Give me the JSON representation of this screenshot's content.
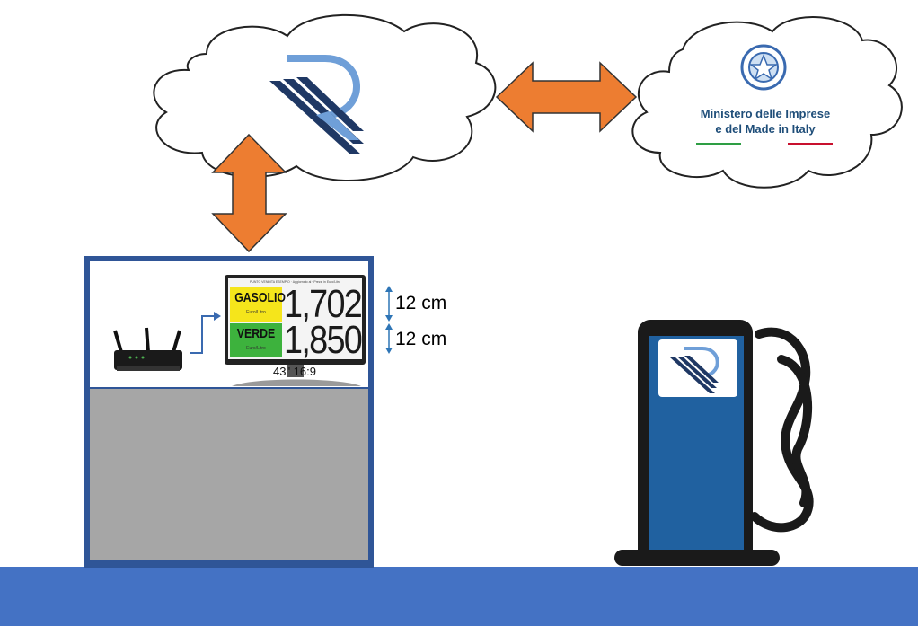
{
  "ministry": {
    "line1": "Ministero delle Imprese",
    "line2": "e del Made in Italy"
  },
  "display": {
    "header": "PUNTO VENDITA ESEMPIO · Aggiornato al · Prezzi in Euro/Litro",
    "fuels": [
      {
        "name": "GASOLIO",
        "unit": "Euro/Litro",
        "price": "1,702",
        "label_color": "#f5e51b"
      },
      {
        "name": "VERDE",
        "unit": "Euro/Litro",
        "price": "1,850",
        "label_color": "#3db23d"
      }
    ],
    "size_label": "43\" 16:9"
  },
  "dimensions": {
    "row1": "12 cm",
    "row2": "12 cm"
  },
  "colors": {
    "ground": "#4472c4",
    "kiosk_frame": "#2f5597",
    "arrow": "#ed7d31",
    "pump_front": "#2061a0",
    "logo_dark": "#1f3864",
    "logo_light": "#6f9fd8"
  },
  "icons": [
    "cloud-icon",
    "company-logo",
    "ministry-emblem",
    "wifi-router-icon",
    "monitor-icon",
    "fuel-pump-icon",
    "double-arrow-icon"
  ]
}
